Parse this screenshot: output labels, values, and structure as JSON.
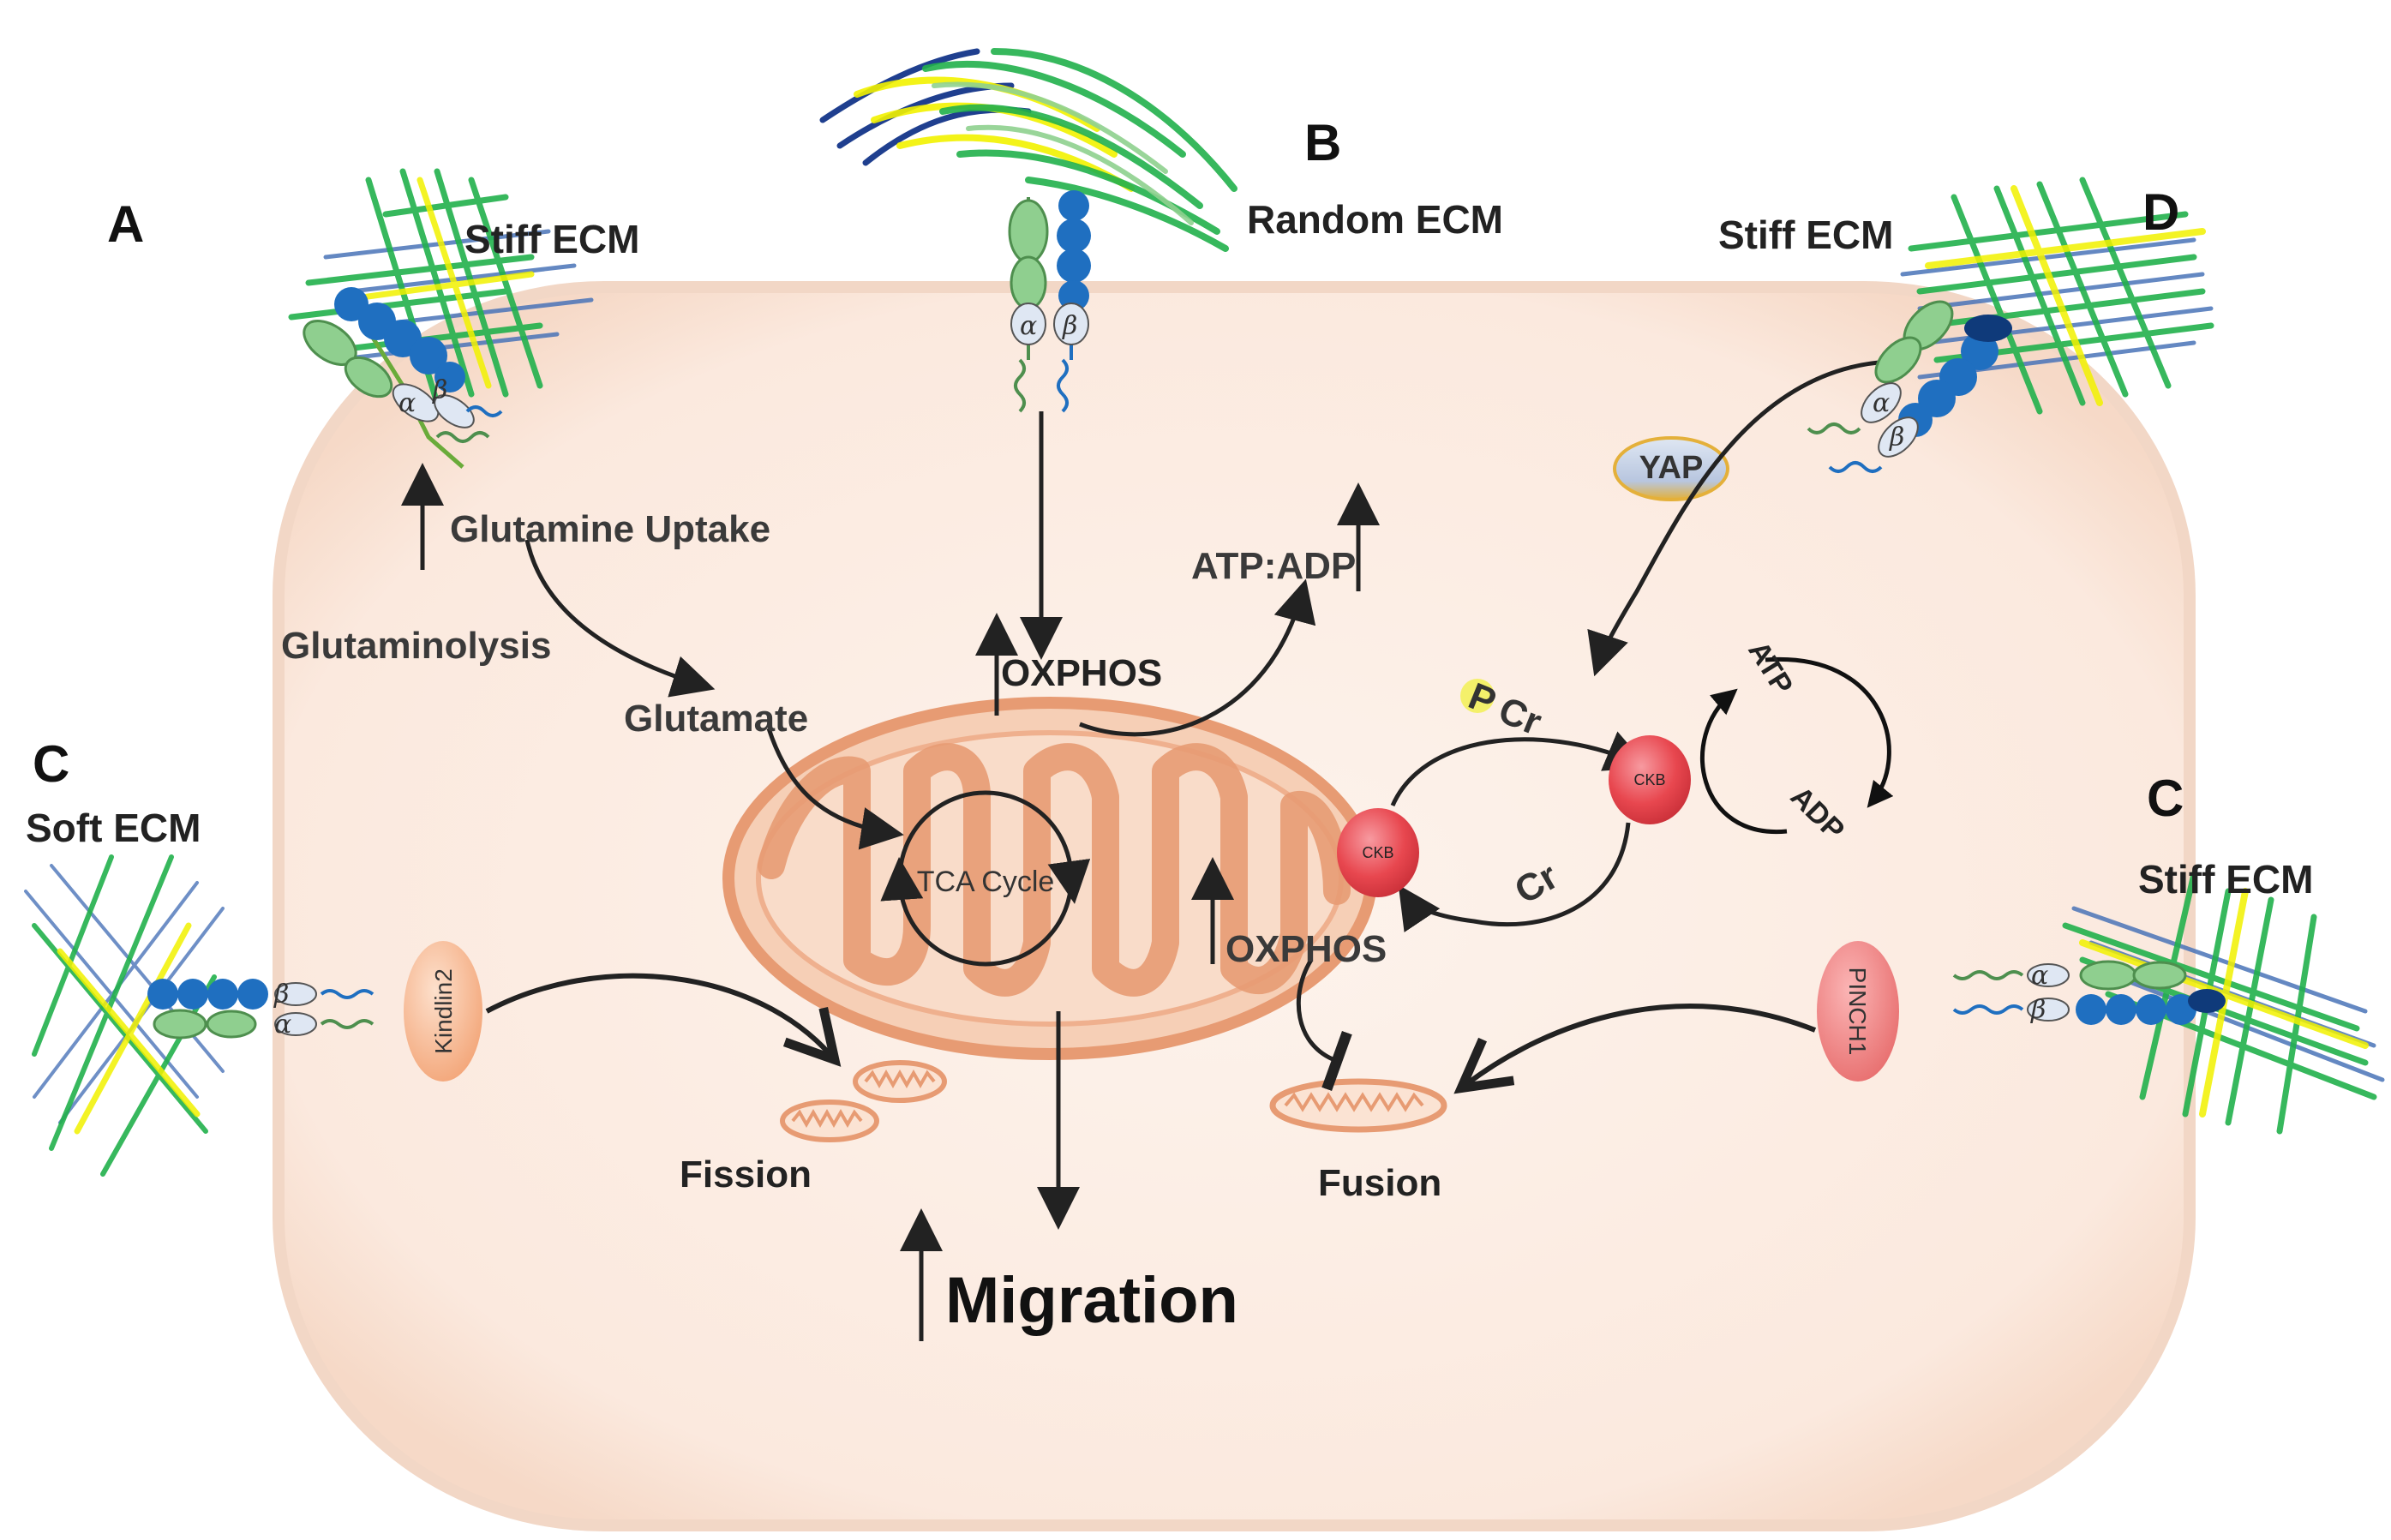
{
  "panels": {
    "a": "A",
    "b": "B",
    "c_left": "C",
    "c_right": "C",
    "d": "D"
  },
  "ecm_labels": {
    "stiff_a": "Stiff ECM",
    "random_b": "Random ECM",
    "stiff_d": "Stiff ECM",
    "soft_c": "Soft ECM",
    "stiff_c": "Stiff ECM"
  },
  "pathway": {
    "glutamine_uptake": "Glutamine Uptake",
    "glutaminolysis": "Glutaminolysis",
    "glutamate": "Glutamate",
    "oxphos_top": "OXPHOS",
    "oxphos_bottom": "OXPHOS",
    "atp_adp_ratio": "ATP:ADP",
    "tca_cycle": "TCA Cycle",
    "yap": "YAP",
    "ckb_left": "CKB",
    "ckb_right": "CKB",
    "pcr_p": "P",
    "pcr_cr": "Cr",
    "cr": "Cr",
    "atp": "ATP",
    "adp": "ADP",
    "kindlin2": "Kindlin2",
    "pinch1": "PINCH1",
    "fission": "Fission",
    "fusion": "Fusion",
    "migration": "Migration"
  },
  "integrin_subunits": {
    "alpha": "α",
    "beta": "β"
  },
  "colors": {
    "cell_fill": "#fbeee6",
    "cell_border": "#f3dacb",
    "mito_outer": "#e9a07a",
    "mito_inner": "#f7d6c2",
    "ckb_red": "#e8474f",
    "kindlin_peach": "#f6b896",
    "pinch_red": "#f08080",
    "integrin_green": "#7cc47c",
    "integrin_blue": "#1f6fc0",
    "fiber_green": "#22b14c",
    "fiber_yellow": "#f2f200",
    "fiber_blue": "#4a74b8",
    "arrow": "#222222"
  }
}
